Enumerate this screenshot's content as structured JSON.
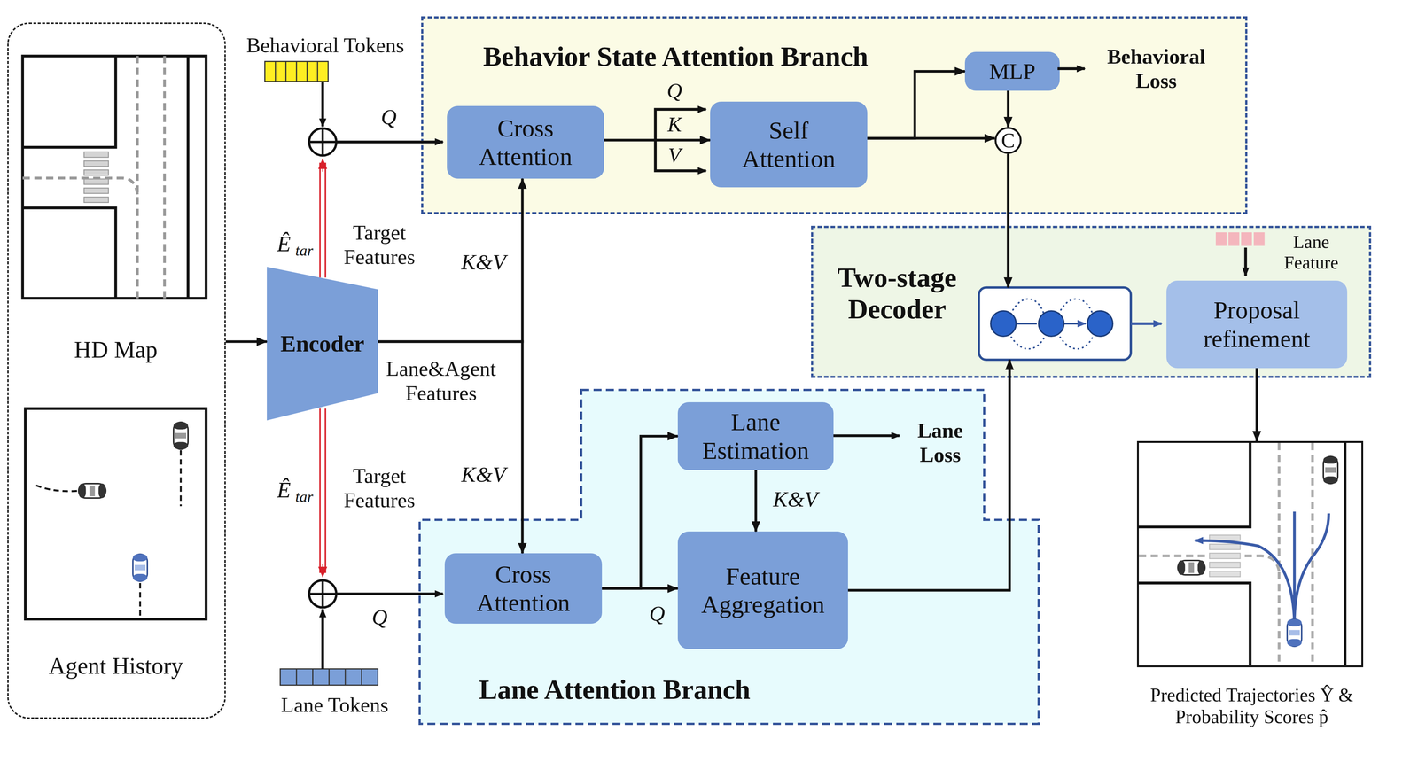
{
  "diagram": {
    "nodes": [
      {
        "text": [
          "HD Map",
          "Agent History"
        ]
      },
      {
        "text": [
          "Encoder"
        ]
      },
      {
        "text": [
          "Behavior State Attention Branch"
        ]
      },
      {
        "text": [
          "Cross Attention"
        ],
        "in": 2
      },
      {
        "text": [
          "Self Attention"
        ],
        "in": 2
      },
      {
        "text": [
          "MLP"
        ],
        "in": 2
      },
      {
        "text": [
          "C"
        ],
        "in": 2
      },
      {
        "text": [
          "Lane Attention Branch"
        ]
      },
      {
        "text": [
          "Cross Attention"
        ],
        "in": 7
      },
      {
        "text": [
          "Lane Estimation"
        ],
        "in": 7
      },
      {
        "text": [
          "Feature Aggregation"
        ],
        "in": 7
      },
      {
        "text": [
          "Two-stage Decoder"
        ]
      },
      {
        "text": [
          "Proposal refinement"
        ],
        "in": 11
      },
      {
        "text": [
          "Predicted Trajectories Ŷ & Probability Scores p̂"
        ]
      }
    ],
    "edges": [
      {
        "from": 0,
        "to": 1,
        "arrow": "to"
      },
      {
        "from": 1,
        "to": 3,
        "arrow": "to",
        "label": "K&V"
      },
      {
        "from": 1,
        "to": 8,
        "arrow": "to",
        "label": "K&V"
      },
      {
        "from": 3,
        "to": 4,
        "arrow": "to"
      },
      {
        "from": 4,
        "to": 5,
        "arrow": "to"
      },
      {
        "from": 4,
        "to": 6,
        "arrow": "to"
      },
      {
        "from": 5,
        "to": 6,
        "arrow": "to"
      },
      {
        "from": 6,
        "to": 11,
        "arrow": "to"
      },
      {
        "from": 8,
        "to": 9,
        "arrow": "to"
      },
      {
        "from": 8,
        "to": 10,
        "arrow": "to",
        "label": "Q"
      },
      {
        "from": 9,
        "to": 10,
        "arrow": "to",
        "label": "K&V"
      },
      {
        "from": 10,
        "to": 11,
        "arrow": "to"
      },
      {
        "from": 12,
        "to": 13,
        "arrow": "to"
      }
    ],
    "labels": [
      "Behavioral Tokens",
      "Q",
      "Q",
      "K",
      "V",
      "Behavioral Loss",
      "Ê",
      "tar",
      "Target Features",
      "Lane&Agent Features",
      "Ê",
      "tar",
      "Target Features",
      "Lane Loss",
      "Q",
      "Lane Tokens",
      "Lane Feature"
    ]
  }
}
